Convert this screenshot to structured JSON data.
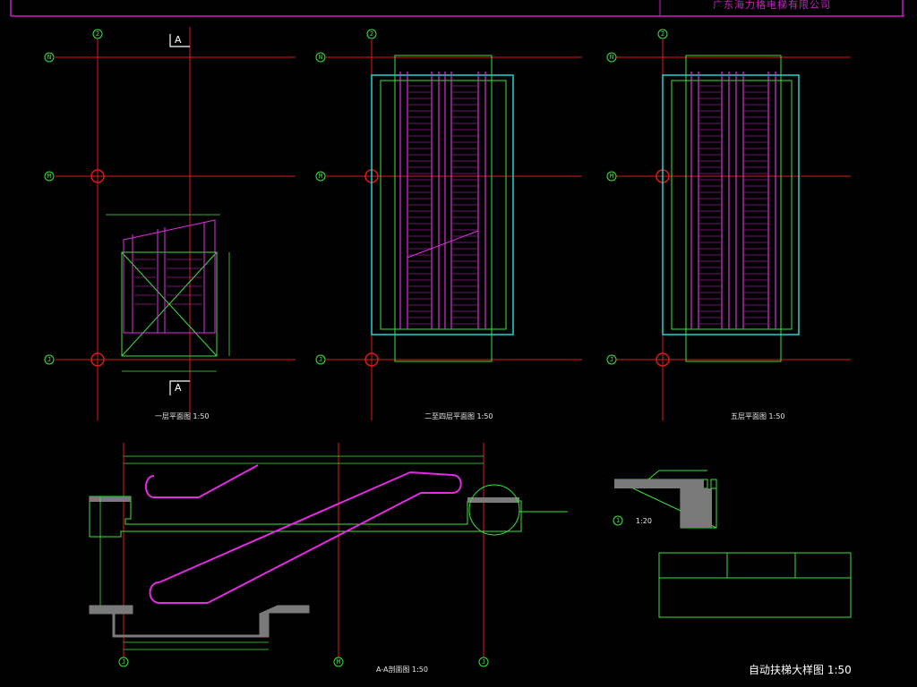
{
  "titleblock": {
    "company": "广东海力格电梯有限公司"
  },
  "views": {
    "plan1_label": "一层平面图  1:50",
    "plan2_label": "二至四层平面图  1:50",
    "plan3_label": "五层平面图  1:50",
    "section_label": "A-A剖面图  1:50",
    "detail_label": "1:20",
    "detail_index": "1",
    "sheet_title": "自动扶梯大样图 1:50",
    "cut_mark": "A"
  },
  "grid_axes": {
    "column": "2",
    "rows": [
      "N",
      "M",
      "J"
    ],
    "section_axes": [
      "J",
      "M",
      "J"
    ]
  },
  "colors": {
    "grid": "#e01818",
    "outline": "#39e639",
    "escalator": "#e22be2",
    "wall": "#22d4d4",
    "section_fill": "#7a7a7a"
  }
}
